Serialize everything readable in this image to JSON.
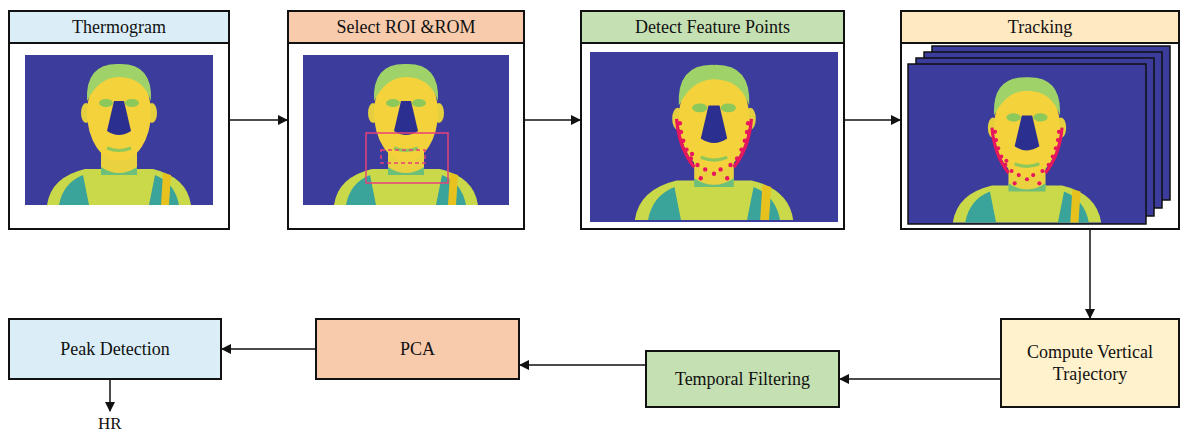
{
  "diagram": {
    "nodes": [
      {
        "text": [
          "Thermogram"
        ]
      },
      {
        "text": [
          "Select ROI &ROM"
        ]
      },
      {
        "text": [
          "Detect Feature Points"
        ]
      },
      {
        "text": [
          "Tracking"
        ]
      },
      {
        "text": [
          "Compute Vertical Trajectory"
        ]
      },
      {
        "text": [
          "Temporal Filtering"
        ]
      },
      {
        "text": [
          "PCA"
        ]
      },
      {
        "text": [
          "Peak Detection"
        ]
      }
    ],
    "edges": [
      {
        "from": 0,
        "to": 1,
        "arrow": "to"
      },
      {
        "from": 1,
        "to": 2,
        "arrow": "to"
      },
      {
        "from": 2,
        "to": 3,
        "arrow": "to"
      },
      {
        "from": 3,
        "to": 4,
        "arrow": "to"
      },
      {
        "from": 4,
        "to": 5,
        "arrow": "to"
      },
      {
        "from": 5,
        "to": 6,
        "arrow": "to"
      },
      {
        "from": 6,
        "to": 7,
        "arrow": "to"
      }
    ],
    "labels": [
      "HR"
    ]
  }
}
